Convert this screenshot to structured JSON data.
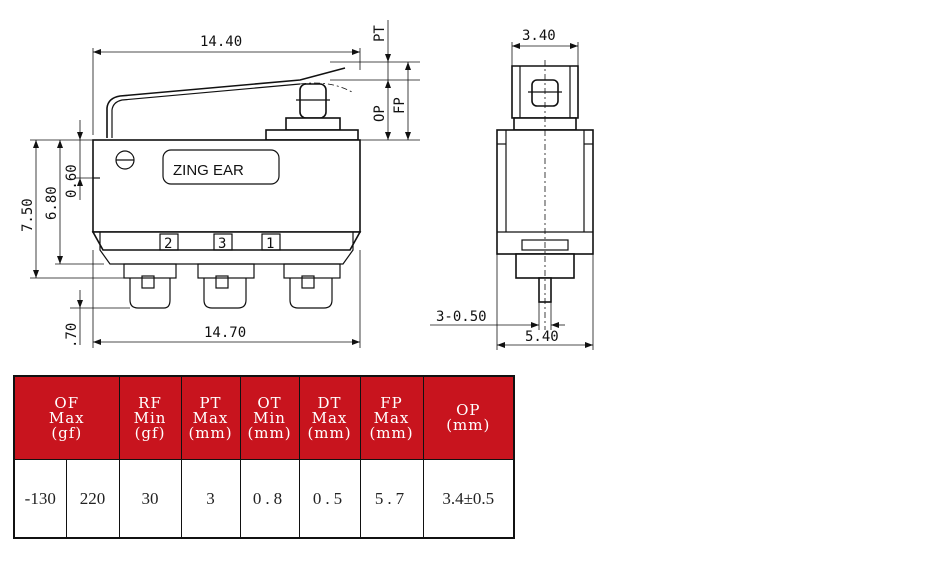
{
  "brand": "ZING EAR",
  "front_view": {
    "total_width": "14.40",
    "base_width": "14.70",
    "height_total": "7.50",
    "height_body": "6.80",
    "height_offset": "0.60",
    "bottom_offset": ".70",
    "label_pt": "PT",
    "label_op": "OP",
    "label_fp": "FP",
    "terminals": [
      "2",
      "3",
      "1"
    ]
  },
  "side_view": {
    "top_width": "3.40",
    "pin_width": "3-0.50",
    "bottom_width": "5.40"
  },
  "table": {
    "headers": [
      {
        "lines": [
          "OF",
          "Max",
          "(gf)"
        ]
      },
      {
        "lines": [
          "RF",
          "Min",
          "(gf)"
        ]
      },
      {
        "lines": [
          "PT",
          "Max",
          "(mm)"
        ]
      },
      {
        "lines": [
          "OT",
          "Min",
          "(mm)"
        ]
      },
      {
        "lines": [
          "DT",
          "Max",
          "(mm)"
        ]
      },
      {
        "lines": [
          "FP",
          "Max",
          "(mm)"
        ]
      },
      {
        "lines": [
          "OP",
          "(mm)"
        ]
      }
    ],
    "values": [
      "-130",
      "220",
      "30",
      "3",
      "0.8",
      "0.5",
      "5.7",
      "3.4±0.5"
    ]
  },
  "colors": {
    "header_bg": "#c8141e",
    "header_text": "#ffffff"
  }
}
